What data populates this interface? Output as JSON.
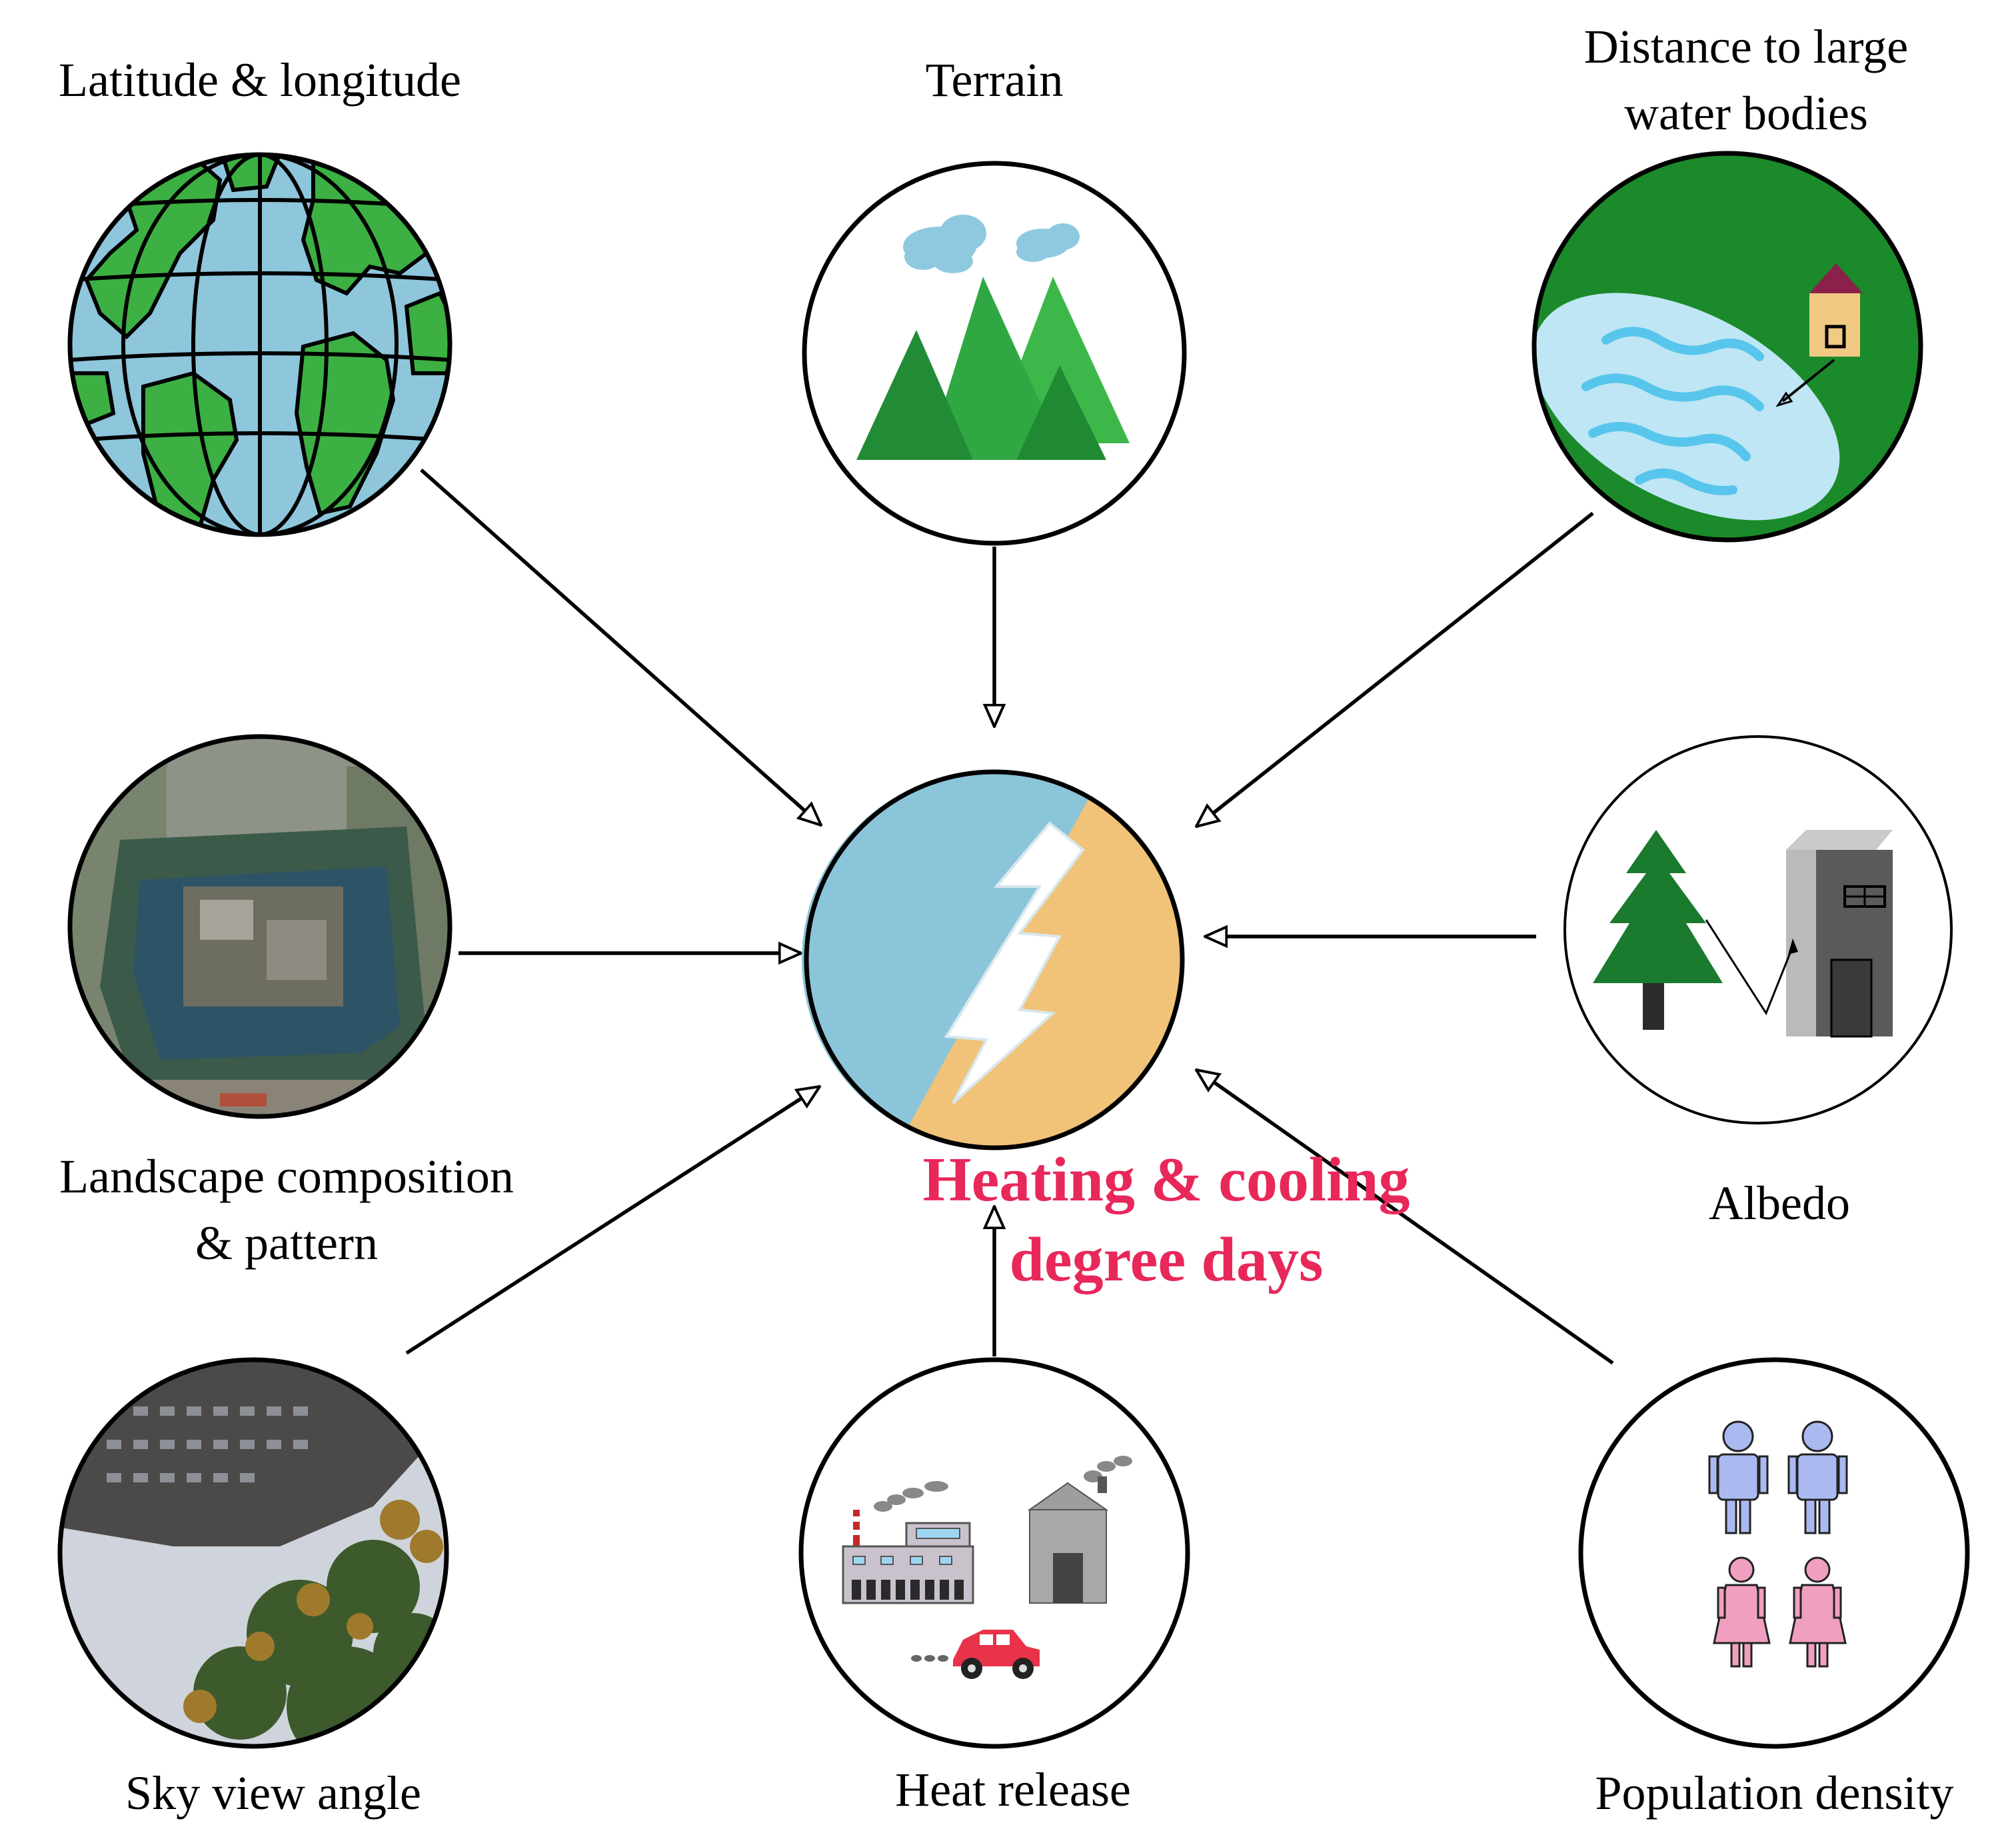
{
  "diagram": {
    "center": {
      "label_line1": "Heating & cooling",
      "label_line2": "degree days",
      "icon": "lightning-bolt-icon"
    },
    "factors": [
      {
        "id": "latlon",
        "label_line1": "Latitude & longitude",
        "label_line2": "",
        "icon": "globe-icon"
      },
      {
        "id": "terrain",
        "label_line1": "Terrain",
        "label_line2": "",
        "icon": "mountains-icon"
      },
      {
        "id": "water",
        "label_line1": "Distance to large",
        "label_line2": "water bodies",
        "icon": "lake-house-icon"
      },
      {
        "id": "landscape",
        "label_line1": "Landscape composition",
        "label_line2": "& pattern",
        "icon": "satellite-image-icon"
      },
      {
        "id": "albedo",
        "label_line1": "Albedo",
        "label_line2": "",
        "icon": "tree-building-icon"
      },
      {
        "id": "sky",
        "label_line1": "Sky view angle",
        "label_line2": "",
        "icon": "sky-photo-icon"
      },
      {
        "id": "heat",
        "label_line1": "Heat release",
        "label_line2": "",
        "icon": "factory-car-icon"
      },
      {
        "id": "population",
        "label_line1": "Population density",
        "label_line2": "",
        "icon": "people-icon"
      }
    ]
  }
}
